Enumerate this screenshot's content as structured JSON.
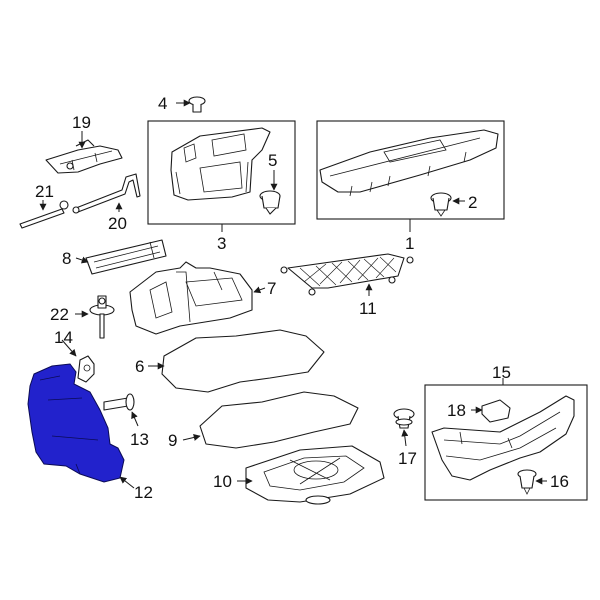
{
  "highlight_color": "#2222cc",
  "callouts": {
    "c1": "1",
    "c2": "2",
    "c3": "3",
    "c4": "4",
    "c5": "5",
    "c6": "6",
    "c7": "7",
    "c8": "8",
    "c9": "9",
    "c10": "10",
    "c11": "11",
    "c12": "12",
    "c13": "13",
    "c14": "14",
    "c15": "15",
    "c16": "16",
    "c17": "17",
    "c18": "18",
    "c19": "19",
    "c20": "20",
    "c21": "21",
    "c22": "22"
  }
}
